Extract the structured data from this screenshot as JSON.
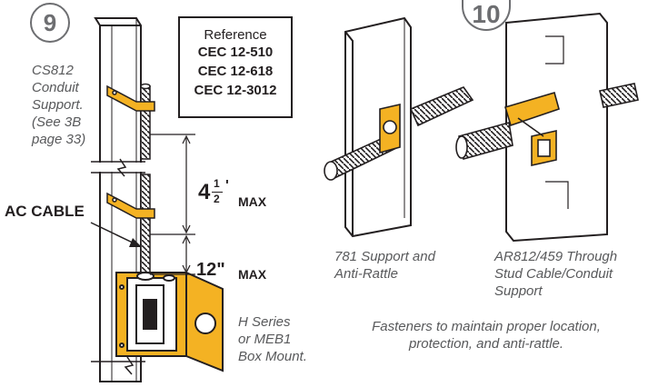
{
  "colors": {
    "accent": "#f4b223",
    "outline": "#231f20",
    "badge": "#6d6e71",
    "caption": "#58595b"
  },
  "step9": {
    "number": "9",
    "support_caption": [
      "CS812",
      "Conduit",
      "Support.",
      "(See 3B",
      "page 33)"
    ],
    "reference_heading": "Reference",
    "reference_codes": [
      "CEC 12-510",
      "CEC 12-618",
      "CEC 12-3012"
    ],
    "spacing_value": "4",
    "spacing_fraction_num": "1",
    "spacing_fraction_den": "2",
    "spacing_unit": "'",
    "spacing_max": "MAX",
    "cable_label": "AC CABLE",
    "box_distance": "12\"",
    "box_distance_max": "MAX",
    "box_caption": [
      "H Series",
      "or MEB1",
      "Box Mount."
    ]
  },
  "step10": {
    "number": "10",
    "left_caption": [
      "781 Support and",
      "Anti-Rattle"
    ],
    "right_caption": [
      "AR812/459 Through",
      "Stud Cable/Conduit",
      "Support"
    ],
    "footer": [
      "Fasteners to maintain proper location,",
      "protection, and anti-rattle."
    ]
  }
}
